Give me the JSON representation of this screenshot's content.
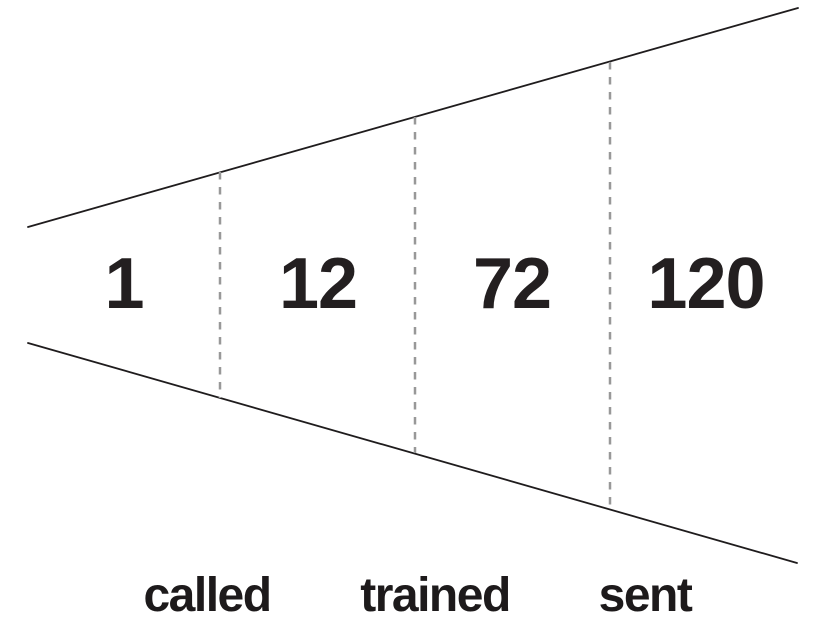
{
  "diagram": {
    "kind": "expanding-funnel",
    "values": [
      "1",
      "12",
      "72",
      "120"
    ],
    "boundary_labels": [
      "called",
      "trained",
      "sent"
    ]
  },
  "colors": {
    "edge_line": "#1f1c1d",
    "dashed_divider": "#989898",
    "text": "#231f20",
    "background": "#ffffff"
  }
}
